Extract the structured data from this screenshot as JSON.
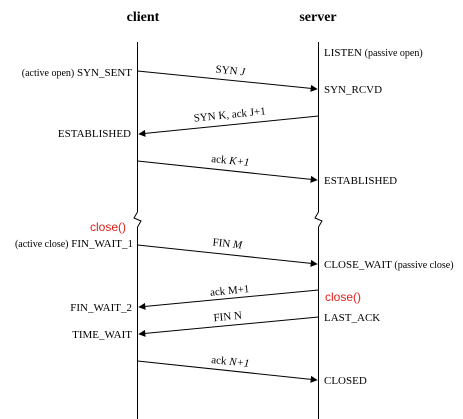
{
  "header": {
    "client": "client",
    "server": "server"
  },
  "client_states": {
    "syn_sent_prefix": "(active open)",
    "syn_sent": "SYN_SENT",
    "established": "ESTABLISHED",
    "close_call": "close()",
    "fin_wait_1_prefix": "(active close)",
    "fin_wait_1": "FIN_WAIT_1",
    "fin_wait_2": "FIN_WAIT_2",
    "time_wait": "TIME_WAIT"
  },
  "server_states": {
    "listen": "LISTEN",
    "listen_suffix": "(passive open)",
    "syn_rcvd": "SYN_RCVD",
    "established": "ESTABLISHED",
    "close_wait": "CLOSE_WAIT",
    "close_wait_suffix": "(passive close)",
    "close_call": "close()",
    "last_ack": "LAST_ACK",
    "closed": "CLOSED"
  },
  "messages": {
    "syn_j": {
      "name": "SYN",
      "param": "J"
    },
    "syn_k_ack": {
      "text": "SYN K, ack J+1"
    },
    "ack_k": {
      "name": "ack",
      "param": "K+1"
    },
    "fin_m": {
      "name": "FIN",
      "param": "M"
    },
    "ack_m": {
      "text": "ack M+1"
    },
    "fin_n": {
      "text": "FIN N"
    },
    "ack_n": {
      "name": "ack",
      "param": "N+1"
    }
  },
  "colors": {
    "line": "#000000",
    "highlight": "#e0201a"
  }
}
